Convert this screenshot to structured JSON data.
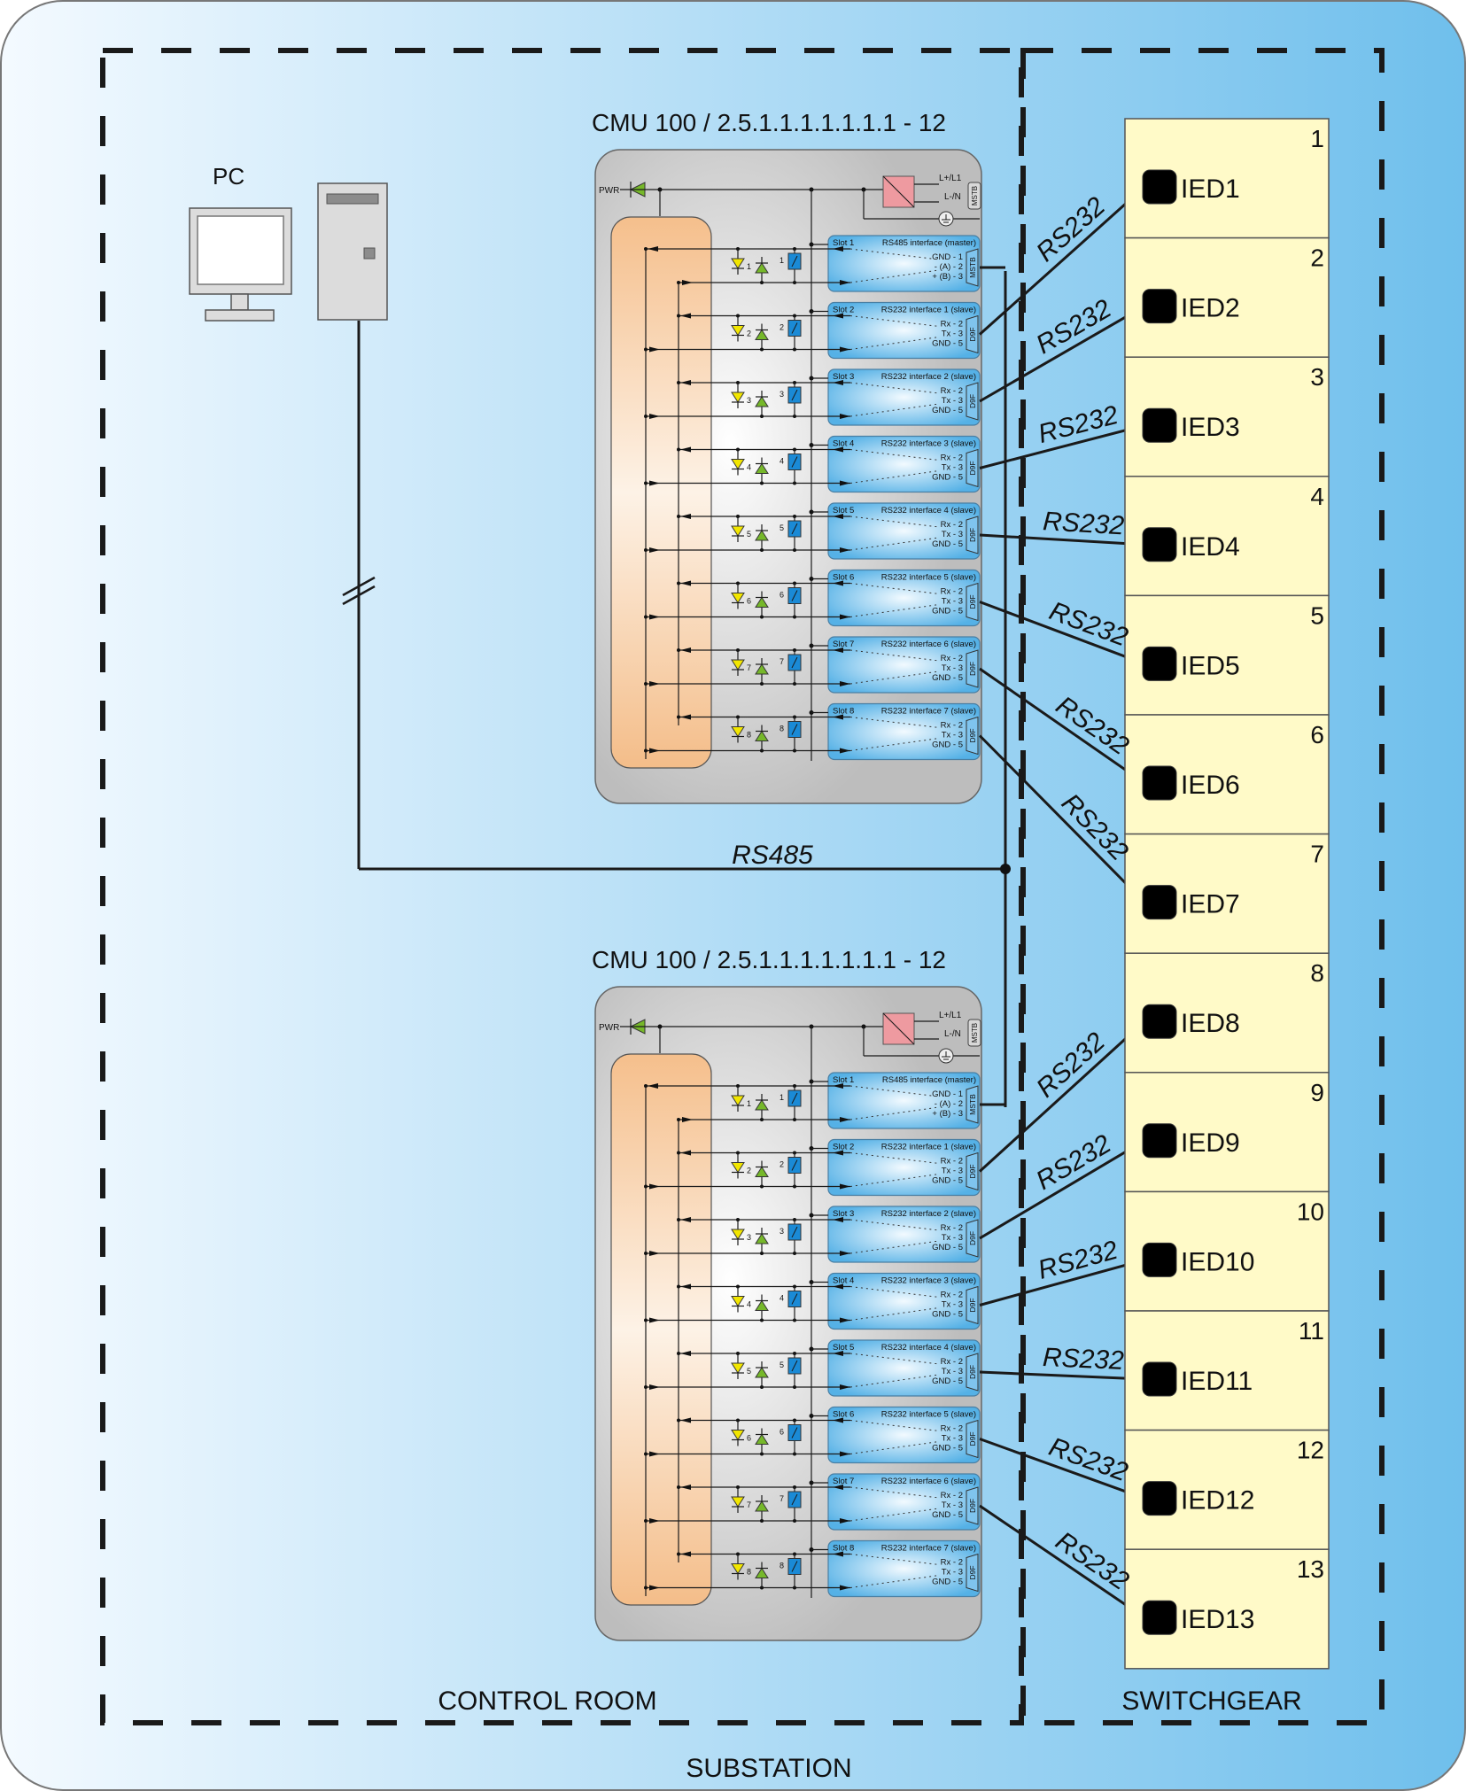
{
  "regions": {
    "outer_label": "SUBSTATION",
    "control_room_label": "CONTROL ROOM",
    "switchgear_label": "SWITCHGEAR"
  },
  "pc": {
    "label": "PC"
  },
  "bus": {
    "label": "RS485"
  },
  "cmu_units": [
    {
      "title": "CMU 100 / 2.5.1.1.1.1.1.1.1 - 12",
      "pwr_label": "PWR",
      "power_terminals": [
        "L+/L1",
        "L-/N"
      ],
      "power_connector": "MSTB",
      "slots": [
        {
          "slot": "Slot 1",
          "interface": "RS485 interface (master)",
          "pins": [
            "GND - 1",
            "- (A) - 2",
            "+ (B) - 3"
          ],
          "connector": "MSTB",
          "channel": "1"
        },
        {
          "slot": "Slot 2",
          "interface": "RS232 interface 1 (slave)",
          "pins": [
            "Rx - 2",
            "Tx - 3",
            "GND - 5"
          ],
          "connector": "D9F",
          "channel": "2"
        },
        {
          "slot": "Slot 3",
          "interface": "RS232 interface 2 (slave)",
          "pins": [
            "Rx - 2",
            "Tx - 3",
            "GND - 5"
          ],
          "connector": "D9F",
          "channel": "3"
        },
        {
          "slot": "Slot 4",
          "interface": "RS232 interface 3 (slave)",
          "pins": [
            "Rx - 2",
            "Tx - 3",
            "GND - 5"
          ],
          "connector": "D9F",
          "channel": "4"
        },
        {
          "slot": "Slot 5",
          "interface": "RS232 interface 4 (slave)",
          "pins": [
            "Rx - 2",
            "Tx - 3",
            "GND - 5"
          ],
          "connector": "D9F",
          "channel": "5"
        },
        {
          "slot": "Slot 6",
          "interface": "RS232 interface 5 (slave)",
          "pins": [
            "Rx - 2",
            "Tx - 3",
            "GND - 5"
          ],
          "connector": "D9F",
          "channel": "6"
        },
        {
          "slot": "Slot 7",
          "interface": "RS232 interface 6 (slave)",
          "pins": [
            "Rx - 2",
            "Tx - 3",
            "GND - 5"
          ],
          "connector": "D9F",
          "channel": "7"
        },
        {
          "slot": "Slot 8",
          "interface": "RS232 interface 7 (slave)",
          "pins": [
            "Rx - 2",
            "Tx - 3",
            "GND - 5"
          ],
          "connector": "D9F",
          "channel": "8"
        }
      ]
    },
    {
      "title": "CMU 100 / 2.5.1.1.1.1.1.1.1 - 12",
      "pwr_label": "PWR",
      "power_terminals": [
        "L+/L1",
        "L-/N"
      ],
      "power_connector": "MSTB",
      "slots": [
        {
          "slot": "Slot 1",
          "interface": "RS485 interface (master)",
          "pins": [
            "GND - 1",
            "- (A) - 2",
            "+ (B) - 3"
          ],
          "connector": "MSTB",
          "channel": "1"
        },
        {
          "slot": "Slot 2",
          "interface": "RS232 interface 1 (slave)",
          "pins": [
            "Rx - 2",
            "Tx - 3",
            "GND - 5"
          ],
          "connector": "D9F",
          "channel": "2"
        },
        {
          "slot": "Slot 3",
          "interface": "RS232 interface 2 (slave)",
          "pins": [
            "Rx - 2",
            "Tx - 3",
            "GND - 5"
          ],
          "connector": "D9F",
          "channel": "3"
        },
        {
          "slot": "Slot 4",
          "interface": "RS232 interface 3 (slave)",
          "pins": [
            "Rx - 2",
            "Tx - 3",
            "GND - 5"
          ],
          "connector": "D9F",
          "channel": "4"
        },
        {
          "slot": "Slot 5",
          "interface": "RS232 interface 4 (slave)",
          "pins": [
            "Rx - 2",
            "Tx - 3",
            "GND - 5"
          ],
          "connector": "D9F",
          "channel": "5"
        },
        {
          "slot": "Slot 6",
          "interface": "RS232 interface 5 (slave)",
          "pins": [
            "Rx - 2",
            "Tx - 3",
            "GND - 5"
          ],
          "connector": "D9F",
          "channel": "6"
        },
        {
          "slot": "Slot 7",
          "interface": "RS232 interface 6 (slave)",
          "pins": [
            "Rx - 2",
            "Tx - 3",
            "GND - 5"
          ],
          "connector": "D9F",
          "channel": "7"
        },
        {
          "slot": "Slot 8",
          "interface": "RS232 interface 7 (slave)",
          "pins": [
            "Rx - 2",
            "Tx - 3",
            "GND - 5"
          ],
          "connector": "D9F",
          "channel": "8"
        }
      ]
    }
  ],
  "switchgear": {
    "bays": [
      {
        "number": "1",
        "ied": "IED1",
        "cable": "RS232"
      },
      {
        "number": "2",
        "ied": "IED2",
        "cable": "RS232"
      },
      {
        "number": "3",
        "ied": "IED3",
        "cable": "RS232"
      },
      {
        "number": "4",
        "ied": "IED4",
        "cable": "RS232"
      },
      {
        "number": "5",
        "ied": "IED5",
        "cable": "RS232"
      },
      {
        "number": "6",
        "ied": "IED6",
        "cable": "RS232"
      },
      {
        "number": "7",
        "ied": "IED7",
        "cable": "RS232"
      },
      {
        "number": "8",
        "ied": "IED8",
        "cable": "RS232"
      },
      {
        "number": "9",
        "ied": "IED9",
        "cable": "RS232"
      },
      {
        "number": "10",
        "ied": "IED10",
        "cable": "RS232"
      },
      {
        "number": "11",
        "ied": "IED11",
        "cable": "RS232"
      },
      {
        "number": "12",
        "ied": "IED12",
        "cable": "RS232"
      },
      {
        "number": "13",
        "ied": "IED13",
        "cable": "RS232"
      }
    ]
  },
  "colors": {
    "bg_left": "#f4faff",
    "bg_right": "#6fbfec",
    "cmu_body": "#c4c4c4",
    "cmu_body_light": "#f2f2f2",
    "cpu_block": "#f5c08e",
    "cpu_block_light": "#fdf0e2",
    "slot_fill": "#5bb4e8",
    "slot_fill_light": "#e6f5ff",
    "psu": "#ee9aa0",
    "led_yellow": "#f2e600",
    "led_green": "#76b82a",
    "relay": "#1a8ad6",
    "ied_panel": "#fffac8",
    "ied_node": "#000000",
    "line": "#1a1a1a"
  }
}
